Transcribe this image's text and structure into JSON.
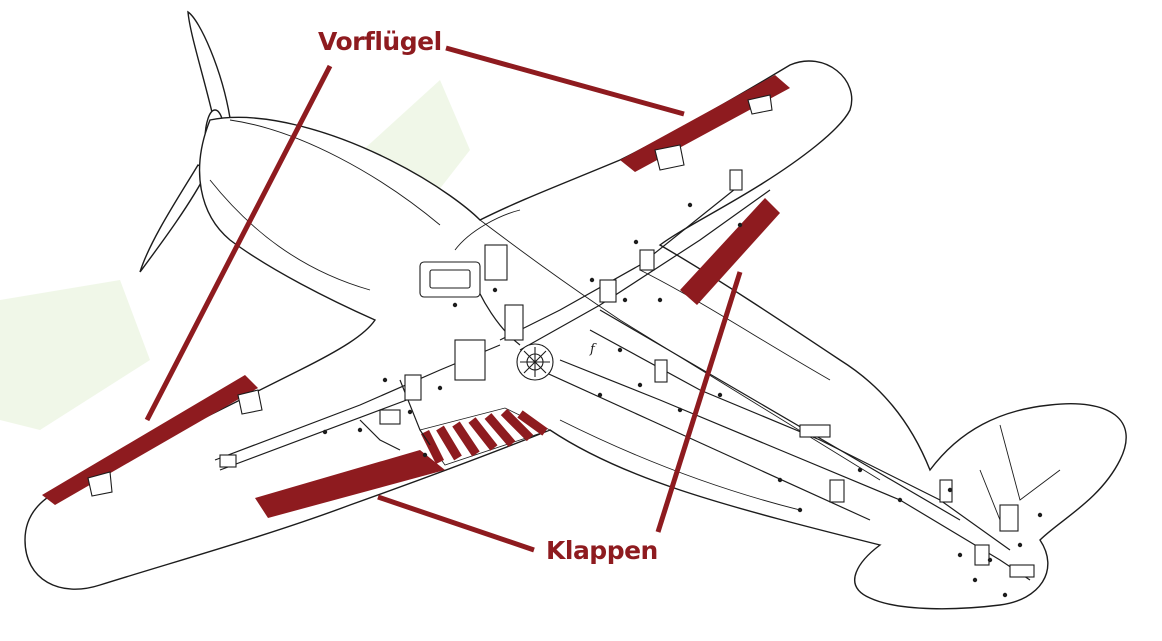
{
  "labels": {
    "slats": "Vorflügel",
    "flaps": "Klappen",
    "part_letter": "f"
  },
  "colors": {
    "highlight": "#8e1b1f",
    "label_text": "#8e1b1f",
    "outline": "#1c1c1c",
    "background": "#ffffff",
    "ghost_logo": "#eef6e6"
  }
}
